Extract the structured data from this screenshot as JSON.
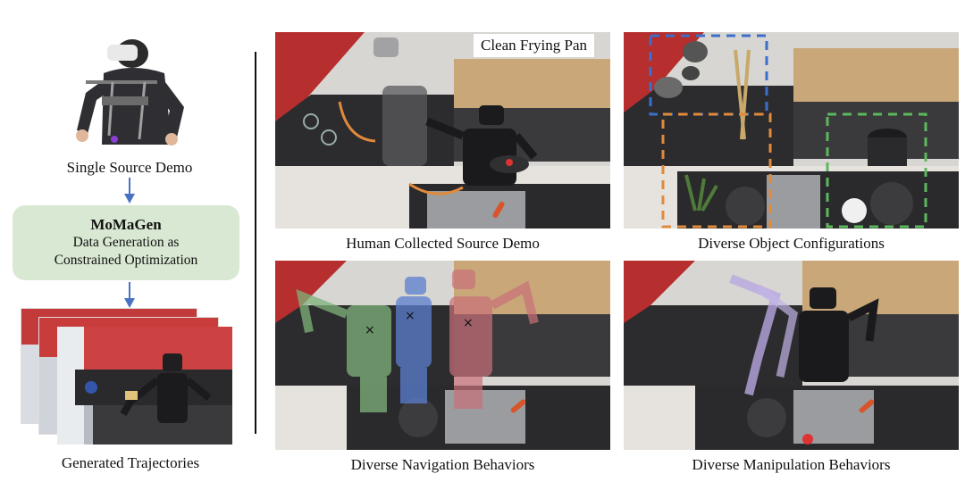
{
  "left": {
    "source_demo_caption": "Single Source Demo",
    "method_title": "MoMaGen",
    "method_line1": "Data Generation as",
    "method_line2": "Constrained Optimization",
    "trajectories_caption": "Generated Trajectories"
  },
  "panels": {
    "top_left": {
      "caption": "Human Collected Source Demo",
      "overlay_label": "Clean Frying Pan"
    },
    "top_right": {
      "caption": "Diverse Object Configurations"
    },
    "bottom_left": {
      "caption": "Diverse Navigation Behaviors"
    },
    "bottom_right": {
      "caption": "Diverse Manipulation Behaviors"
    }
  },
  "colors": {
    "arrow_blue": "#4a72c4",
    "box_green": "#d9e8d2",
    "dash_blue": "#3b6fc9",
    "dash_orange": "#e08a3c",
    "dash_green": "#5cb85c",
    "robot_green": "#7fb37a",
    "robot_blue": "#5b7fd0",
    "robot_red": "#c9707a",
    "robot_violet": "#b9a8e0"
  }
}
